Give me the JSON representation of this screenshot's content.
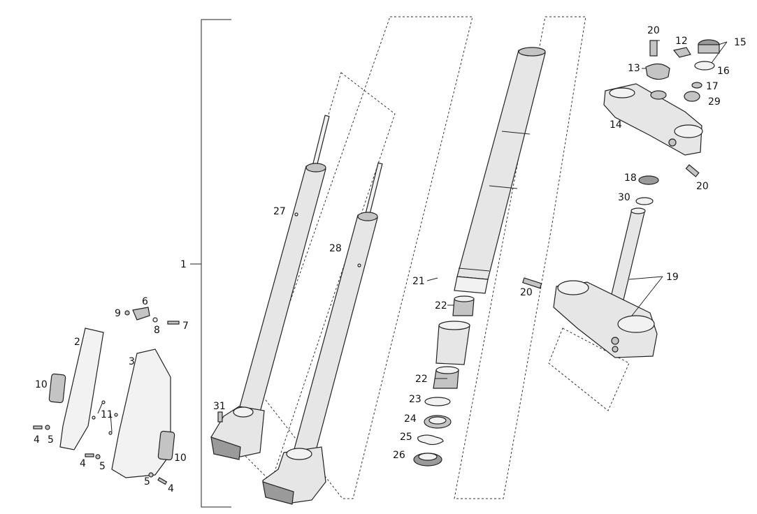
{
  "diagram": {
    "callouts": {
      "c1": "1",
      "c2": "2",
      "c3": "3",
      "c4a": "4",
      "c4b": "4",
      "c4c": "4",
      "c5a": "5",
      "c5b": "5",
      "c5c": "5",
      "c6": "6",
      "c7": "7",
      "c8": "8",
      "c9": "9",
      "c10a": "10",
      "c10b": "10",
      "c11": "11",
      "c12": "12",
      "c13": "13",
      "c14": "14",
      "c15": "15",
      "c16": "16",
      "c17": "17",
      "c18": "18",
      "c19": "19",
      "c20a": "20",
      "c20b": "20",
      "c20c": "20",
      "c21": "21",
      "c22a": "22",
      "c22b": "22",
      "c23": "23",
      "c24": "24",
      "c25": "25",
      "c26": "26",
      "c27": "27",
      "c28": "28",
      "c29": "29",
      "c30": "30",
      "c31": "31"
    }
  }
}
